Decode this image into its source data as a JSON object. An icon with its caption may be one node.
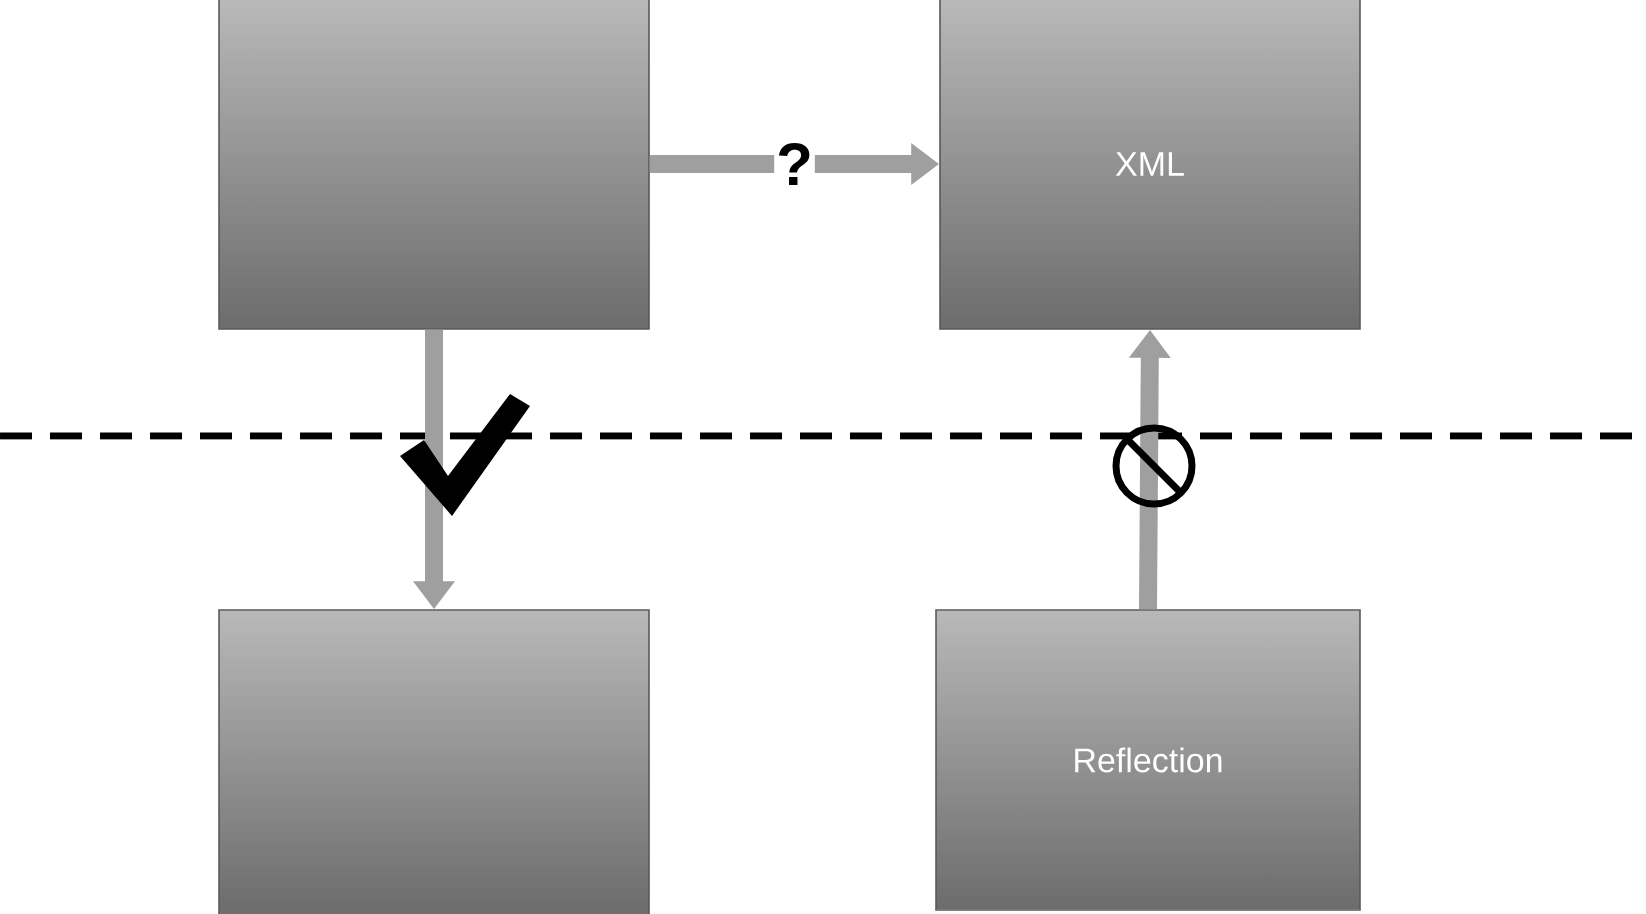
{
  "diagram": {
    "nodes": [
      {
        "text": [],
        "shape": "box"
      },
      {
        "text": [
          "XML"
        ]
      },
      {
        "text": [],
        "shape": "box"
      },
      {
        "text": [
          "Reflection"
        ]
      }
    ],
    "edges": [
      {
        "from": 0,
        "to": 1,
        "arrow": "to",
        "label": "?"
      },
      {
        "from": 0,
        "to": 2,
        "arrow": "to"
      },
      {
        "from": 3,
        "to": 1,
        "arrow": "to"
      }
    ]
  }
}
